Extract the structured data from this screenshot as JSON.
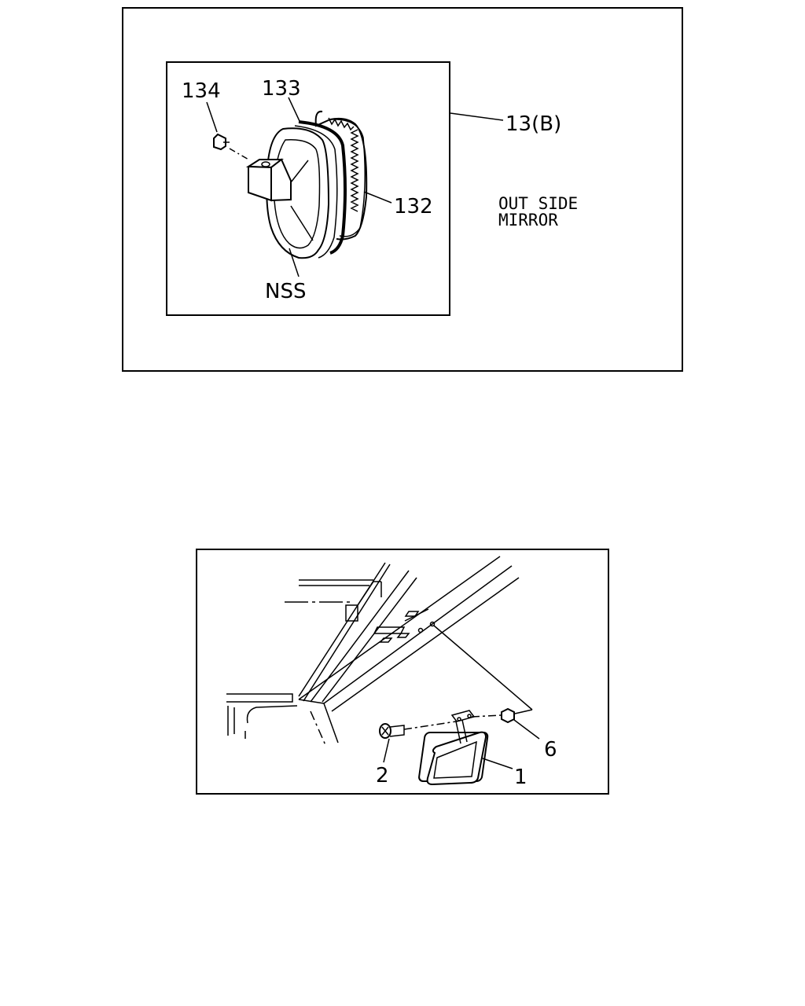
{
  "top_figure": {
    "callouts": {
      "p134": "134",
      "p133": "133",
      "p132": "132",
      "p13b": "13(B)",
      "nss": "NSS"
    },
    "caption_lines": [
      "OUT SIDE",
      "MIRROR"
    ]
  },
  "bottom_figure": {
    "callouts": {
      "p1": "1",
      "p2": "2",
      "p6": "6"
    }
  }
}
